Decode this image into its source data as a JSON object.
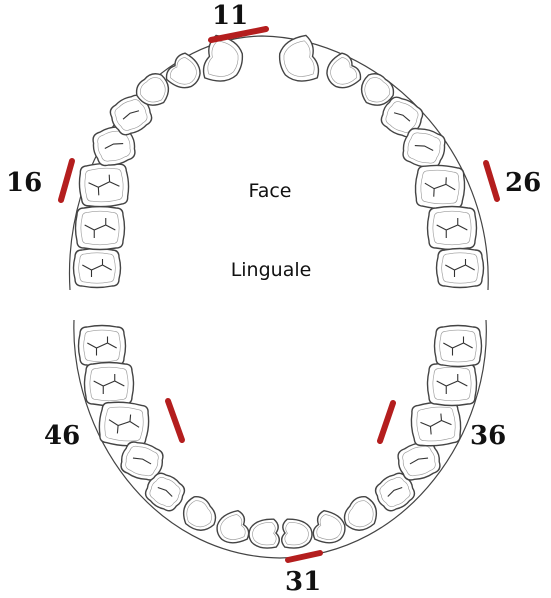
{
  "labels": {
    "center_top": "Face",
    "center_bottom": "Linguale"
  },
  "markers": [
    {
      "id": "11",
      "text": "11"
    },
    {
      "id": "16",
      "text": "16"
    },
    {
      "id": "26",
      "text": "26"
    },
    {
      "id": "46",
      "text": "46"
    },
    {
      "id": "36",
      "text": "36"
    },
    {
      "id": "31",
      "text": "31"
    }
  ],
  "colors": {
    "marker": "#b41e1e",
    "tooth_stroke": "#444444",
    "tooth_fill": "#ffffff",
    "text": "#111111"
  }
}
